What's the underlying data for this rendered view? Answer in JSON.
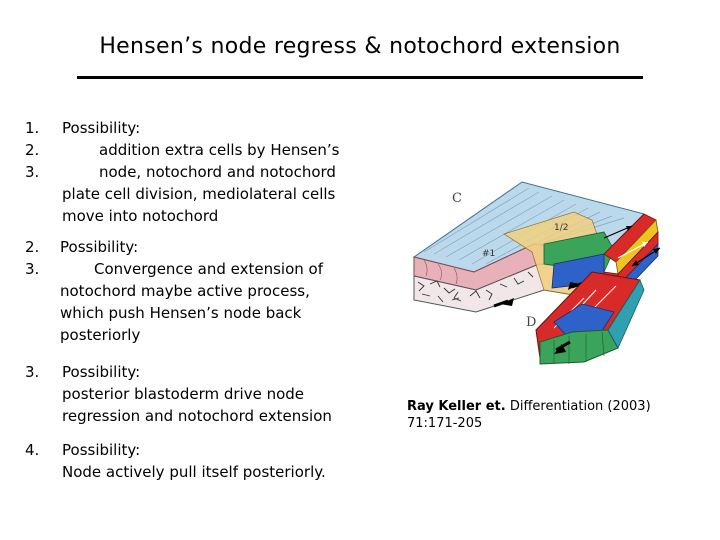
{
  "title": "Hensen’s node regress & notochord extension",
  "items": [
    {
      "numbers": [
        "1.",
        "2.",
        "3."
      ],
      "lines": [
        "Possibility:",
        "addition extra cells by Hensen’s",
        "node, notochord and notochord",
        "plate cell division, mediolateral cells",
        "move into notochord"
      ]
    },
    {
      "numbers": [
        "2.",
        "3."
      ],
      "lines": [
        "Possibility:",
        "Convergence and extension of",
        "notochord maybe active process,",
        "which push Hensen’s node back",
        "posteriorly"
      ]
    },
    {
      "numbers": [
        "3."
      ],
      "lines": [
        "Possibility:",
        "posterior blastoderm drive node",
        "regression and notochord extension"
      ]
    },
    {
      "numbers": [
        "4."
      ],
      "lines": [
        "Possibility:",
        "Node actively pull itself posteriorly."
      ]
    }
  ],
  "figure": {
    "panel_c_label": "C",
    "panel_d_label": "D",
    "label_half": "1/2",
    "label_hash1": "#1"
  },
  "citation": {
    "authors": "Ray Keller et.",
    "journal": "Differentiation (2003)",
    "volume": "71:171-205"
  }
}
